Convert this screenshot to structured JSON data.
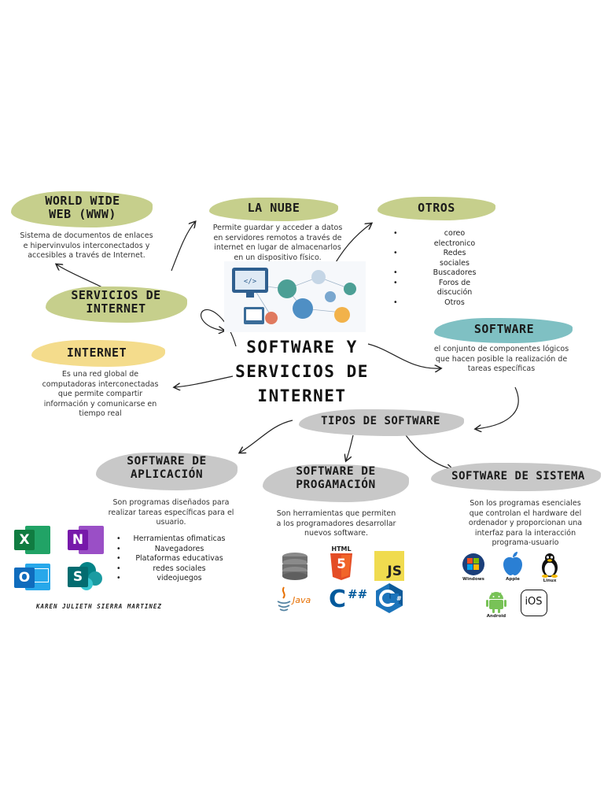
{
  "central_title": [
    "SOFTWARE Y",
    "SERVICIOS DE",
    "INTERNET"
  ],
  "www": {
    "title": [
      "WORLD WIDE",
      "WEB (WWW)"
    ],
    "desc": [
      "Sistema de documentos de enlaces",
      "e hipervinvulos interconectados y",
      "accesibles a través de Internet."
    ]
  },
  "nube": {
    "title": "LA NUBE",
    "desc": [
      "Permite guardar y acceder a datos",
      "en servidores remotos a través de",
      "internet en lugar de almacenarlos",
      "en un dispositivo físico."
    ]
  },
  "otros": {
    "title": "OTROS",
    "items": [
      "coreo electronico",
      "Redes sociales",
      "Buscadores",
      "Foros de discución",
      "Otros"
    ]
  },
  "servicios": {
    "title": [
      "SERVICIOS DE",
      "INTERNET"
    ]
  },
  "software": {
    "title": "SOFTWARE",
    "desc": [
      "el conjunto de componentes lógicos",
      "que hacen posible la realización de",
      "tareas específicas"
    ]
  },
  "internet": {
    "title": "INTERNET",
    "desc": [
      "Es una red global de",
      "computadoras interconectadas",
      "que permite compartir",
      "información y comunicarse en",
      "tiempo real"
    ]
  },
  "tipos": {
    "title": "TIPOS DE SOFTWARE"
  },
  "aplicacion": {
    "title": [
      "SOFTWARE DE",
      "APLICACIÓN"
    ],
    "desc": [
      "Son programas diseñados para",
      "realizar tareas específicas para el",
      "usuario."
    ],
    "items": [
      "Herramientas ofimaticas",
      "Navegadores",
      "Plataformas educativas",
      "redes sociales",
      "videojuegos"
    ]
  },
  "programacion": {
    "title": [
      "SOFTWARE DE",
      "PROGAMACIÓN"
    ],
    "desc": [
      "Son herramientas que permiten",
      "a los programadores desarrollar",
      "nuevos software."
    ]
  },
  "sistema": {
    "title": "SOFTWARE DE SISTEMA",
    "desc": [
      "Son los programas esenciales",
      "que controlan el hardware del",
      "ordenador y proporcionan una",
      "interfaz para la interacción",
      "programa-usuario"
    ]
  },
  "logos": {
    "excel": "X",
    "onenote": "N",
    "outlook": "O",
    "sharepoint": "S",
    "html": "HTML",
    "html5": "5",
    "js": "JS",
    "java": "Java",
    "cpp": "C",
    "csharp": "C",
    "windows": "Windows",
    "apple": "Apple",
    "linux": "Linux",
    "android": "Android",
    "ios": "iOS"
  },
  "author": "KAREN JULIETH SIERRA MARTINEZ"
}
